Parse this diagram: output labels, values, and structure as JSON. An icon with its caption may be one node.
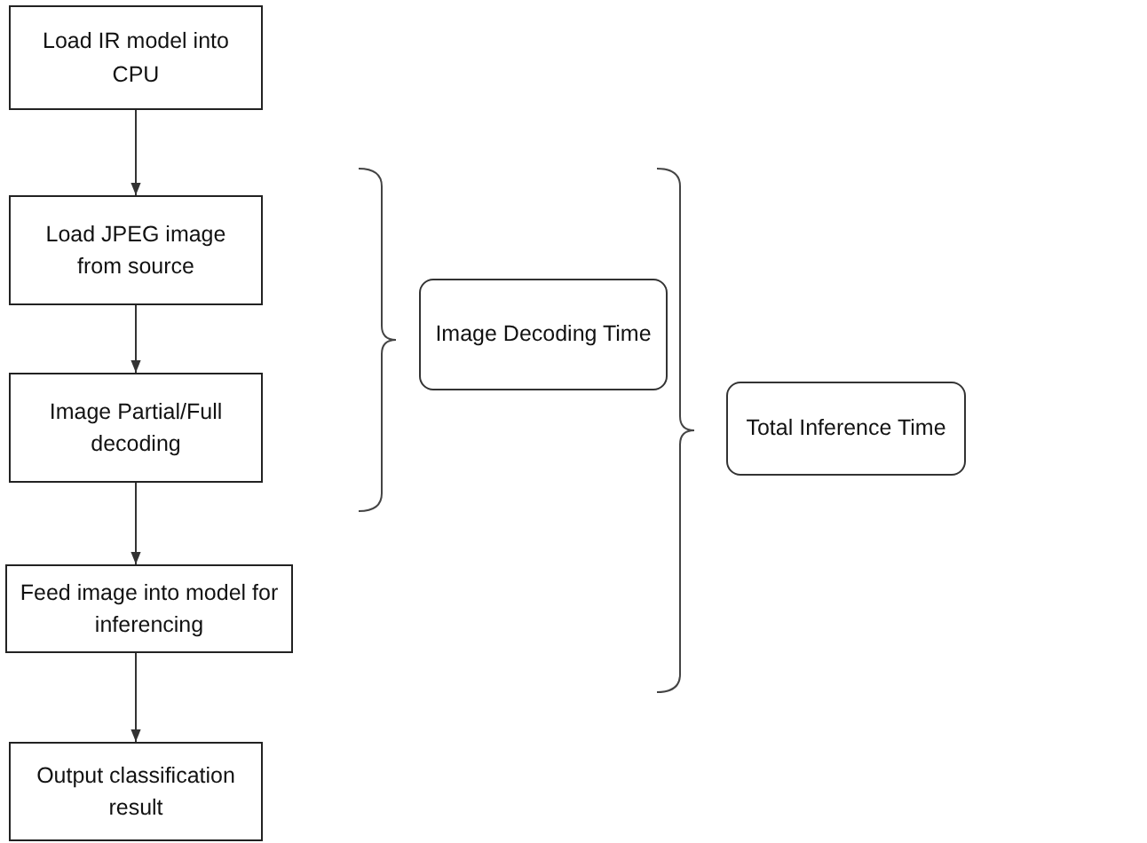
{
  "diagram": {
    "nodes": [
      {
        "text": [
          "Load IR model into CPU"
        ]
      },
      {
        "text": [
          "Load JPEG image from source"
        ]
      },
      {
        "text": [
          "Image Partial/Full decoding"
        ]
      },
      {
        "text": [
          "Feed image into model for inferencing"
        ]
      },
      {
        "text": [
          "Output classification result"
        ]
      },
      {
        "text": [
          "Image Decoding Time"
        ]
      },
      {
        "text": [
          "Total Inference Time"
        ]
      }
    ],
    "edges": [
      {
        "from": 0,
        "to": 1,
        "arrow": "to"
      },
      {
        "from": 1,
        "to": 2,
        "arrow": "to"
      },
      {
        "from": 2,
        "to": 3,
        "arrow": "to"
      },
      {
        "from": 3,
        "to": 4,
        "arrow": "to"
      }
    ]
  }
}
